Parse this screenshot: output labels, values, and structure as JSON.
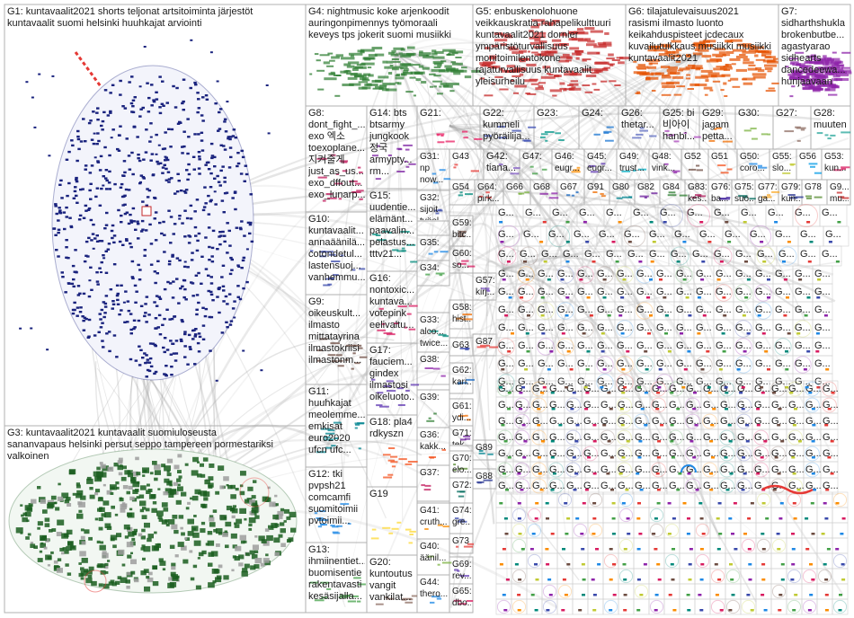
{
  "group_labels": {
    "G1": "G1: kuntavaalit2021 shorts teljonat artsitoiminta järjestöt\nkuntavaalit suomi helsinki huuhkajat arviointi",
    "G3": "G3: kuntavaalit2021 kuntavaalit suomiuloseusta\nsananvapaus helsinki persut seppo tampereen pormestariksi\nvalkoinen",
    "G4": "G4: nightmusic koke arjenkoodit\nauringonpimennys työmoraali\nkeveys tps jokerit suomi musiikki",
    "G5": "G5: enbuskenolohuone\nveikkauskratia rahapelikulttuuri\nkuntavaalit2021 dornier\nympäristöturvallisuus\nmonitoimilentokone\nrajaturvallisuus kuntavaalit\nyleisurheilu",
    "G6": "G6: tilajatulevaisuus2021\nrasismi ilmasto luonto\nkeikahduspisteet jcdecaux\nkuvailutulkkaus musiikki musiikki\nkuntavaalit2021",
    "G7": "G7:\nsidharthshukla\nbrokenbutbe...\nagastyarao\nsidhearts\ndancedeewa...\nhunjaavaan",
    "G8": "G8:\ndont_fight_...\nexo 엑소\ntoexoplane...\n지켜줄게\njust_as_us...\nexo_dffout...\nexo_lunarp...",
    "G14": "G14: bts\nbtsarmy\njungkook\n정국\narmypty...\nrm...",
    "G15": "G15:\nuudentie...\nelämänt...\npaavalin...\npelastus...\ntttv21...",
    "G10": "G10:\nkuntavaalit...\nannaäänilä...\ncotondetul...\nlastensuoj...\nvanhemmu...",
    "G9": "G9:\noikeuskult...\nilmasto\nmittatayrina\nilmastokriisi\nilmastonm...",
    "G16": "G16:\nnontoxic...\nkuntava...\nvotepink\neelivaltu...",
    "G17": "G17:\nfauciem...\ngindex\nilmastosi\noikeluoto...",
    "G11": "G11:\nhuuhkajat\nmeolemme...\nemkisat\neuro2020\nufcn ufc...",
    "G18": "G18: pla4\nrdkyszn",
    "G12": "G12: tki\npvpsh21\ncomcamfi\nsuomitoimii\npvtoimii...",
    "G19": "G19",
    "G13": "G13:\nihmiinentiet...\nbuomisentie\nrakentavasti\nkesäsijalla...",
    "G20": "G20:\nkuntoutus\nvangit\nvankilat...",
    "G21": "G21:",
    "G22": "G22:\nkummeli\npyöräilija...",
    "G23": "G23:",
    "G24": "G24:",
    "G26": "G26:\nthetar...",
    "G25": "G25: bi\n비아이\nhanbi...",
    "G29": "G29:\njagam\npetta...",
    "G30": "G30:",
    "G27": "G27:",
    "G28": "G28:\nmuuten",
    "G31": "G31:\nnp\nnow...",
    "G43": "G43",
    "G42": "G42:\ntiana...",
    "G47": "G47:",
    "G46": "G46:\neugr...",
    "G45": "G45:\neugr...",
    "G49": "G49:\ntrust...",
    "G48": "G48:\nvink...",
    "G52": "G52",
    "G51": "G51",
    "G50": "G50:\ncoro...",
    "G55": "G55:\nslo...",
    "G56": "G56",
    "G53": "G53:\nkun...",
    "G32": "G32:\nsijoit\ntyöel...",
    "G54": "G54",
    "G64": "G64:\npirk...",
    "G66": "G66",
    "G68": "G68",
    "G67": "G67",
    "G91": "G91",
    "G80": "G80",
    "G82": "G82",
    "G84": "G84",
    "G83": "G83:\nkes...",
    "G76": "G76:\nba...",
    "G75": "G75:\nsuo...",
    "G77": "G77:\nga...",
    "G79": "G79:\nkun...",
    "G78": "G78",
    "G9x": "G9...\nmu...",
    "G59": "G59:\nbitc...",
    "G35": "G35:",
    "G60": "G60:\nso...",
    "G34": "G34:",
    "G57": "G57:\nkirj...",
    "G58": "G58:\nhist...",
    "G33": "G33:\nalco...\ntwice...",
    "G63": "G63",
    "G87": "G87",
    "G38": "G38:",
    "G62": "G62:\nkari...",
    "G39": "G39:",
    "G61": "G61:\nydi...",
    "G71": "G71:\ntek...",
    "G36": "G36:\nkakk...",
    "G89": "G89",
    "G70": "G70:\nelo...",
    "G37": "G37:",
    "G88": "G88",
    "G72": "G72:",
    "G41": "G41:\ncruth...",
    "G74": "G74:\ngre...",
    "G73": "G73",
    "G40": "G40:\näänil...",
    "G69": "G69:\nrev...",
    "G44": "G44:\nthero...",
    "G65": "G65:\ndbo..."
  },
  "mini_cluster_label": "G...",
  "colors": {
    "g1_nodes": "#1a237e",
    "g3_nodes": "#1b5e20",
    "g4_nodes": "#2e7d32",
    "g5_nodes": "#c62828",
    "g6_nodes": "#e65100",
    "g7_nodes": "#8e24aa",
    "edge": "#9e9e9e",
    "highlight_edge": "#e53935",
    "pane_border": "#b0b0b0"
  }
}
